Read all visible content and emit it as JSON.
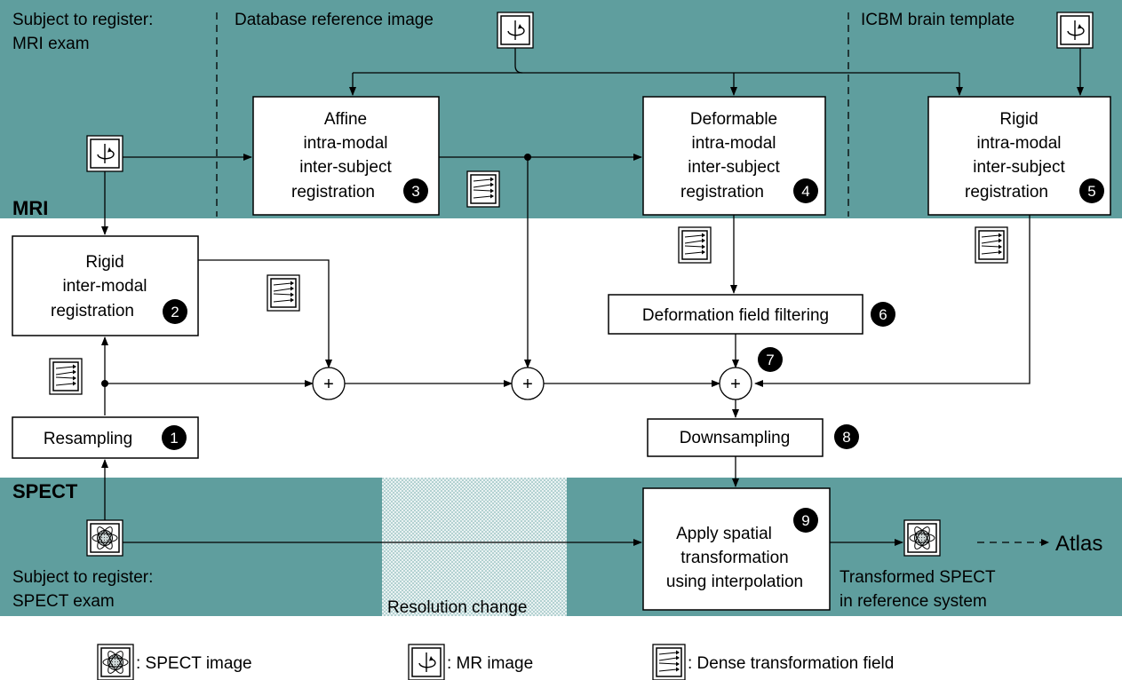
{
  "colors": {
    "band": "#5f9e9e",
    "box_fill": "#ffffff",
    "line": "#000000",
    "step_badge": "#000000"
  },
  "regions": {
    "mri": "MRI",
    "spect": "SPECT"
  },
  "labels": {
    "subject_mri_line1": "Subject to register:",
    "subject_mri_line2": "MRI exam",
    "database_ref": "Database reference image",
    "icbm": "ICBM brain template",
    "subject_spect_line1": "Subject to register:",
    "subject_spect_line2": "SPECT exam",
    "resolution_change": "Resolution change",
    "transformed_line1": "Transformed SPECT",
    "transformed_line2": "in reference system",
    "atlas": "Atlas"
  },
  "boxes": {
    "affine": {
      "lines": [
        "Affine",
        "intra-modal",
        "inter-subject",
        "registration"
      ],
      "step": "3"
    },
    "deformable": {
      "lines": [
        "Deformable",
        "intra-modal",
        "inter-subject",
        "registration"
      ],
      "step": "4"
    },
    "rigid_intra": {
      "lines": [
        "Rigid",
        "intra-modal",
        "inter-subject",
        "registration"
      ],
      "step": "5"
    },
    "rigid_inter": {
      "lines": [
        "Rigid",
        "inter-modal",
        "registration"
      ],
      "step": "2"
    },
    "resampling": {
      "lines": [
        "Resampling"
      ],
      "step": "1"
    },
    "deformation_filter": {
      "lines": [
        "Deformation field filtering"
      ],
      "step": "6"
    },
    "downsampling": {
      "lines": [
        "Downsampling"
      ],
      "step": "8"
    },
    "apply": {
      "lines": [
        "Apply spatial",
        "transformation",
        "using interpolation"
      ],
      "step": "9"
    }
  },
  "sum_node": {
    "symbol": "+",
    "step": "7"
  },
  "legend": {
    "spect": ": SPECT image",
    "mr": ": MR image",
    "field": ": Dense transformation field"
  },
  "icons": {
    "mr": "mr-image-icon",
    "spect": "spect-image-icon",
    "field": "dense-transformation-field-icon"
  }
}
